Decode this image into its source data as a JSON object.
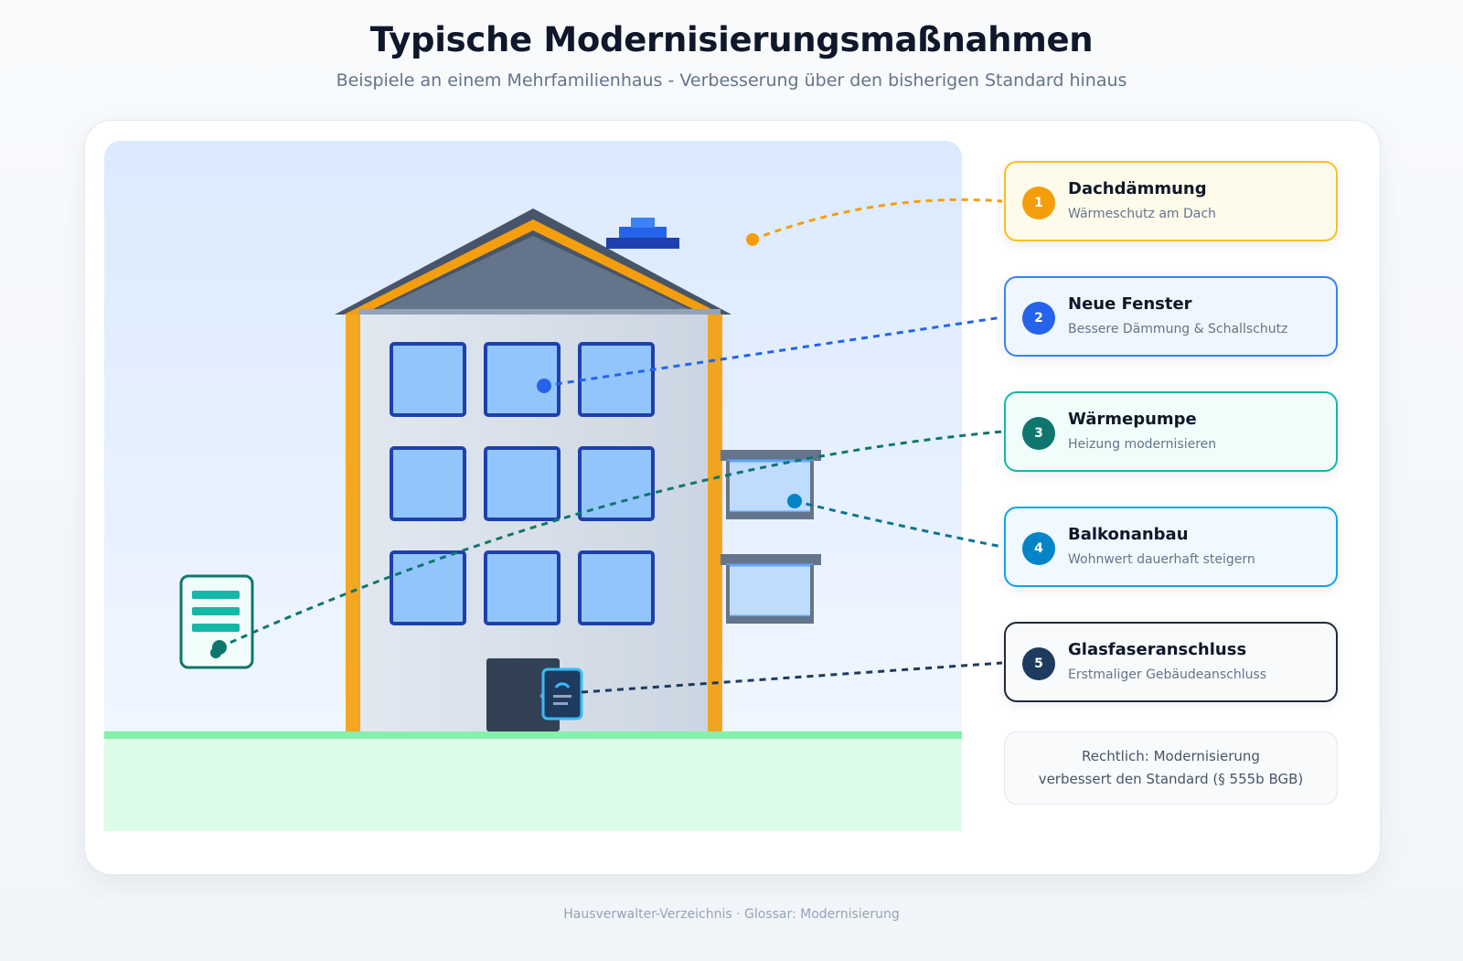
{
  "header": {
    "title": "Typische Modernisierungsmaßnahmen",
    "subtitle": "Beispiele an einem Mehrfamilienhaus - Verbesserung über den bisherigen Standard hinaus"
  },
  "measures": [
    {
      "number": "1",
      "title": "Dachdämmung",
      "description": "Wärmeschutz am Dach",
      "color": "#f59e0b",
      "bg": "#fffbeb",
      "border": "#fbbf24"
    },
    {
      "number": "2",
      "title": "Neue Fenster",
      "description": "Bessere Dämmung & Schallschutz",
      "color": "#2563eb",
      "bg": "#eff6ff",
      "border": "#3b82f6"
    },
    {
      "number": "3",
      "title": "Wärmepumpe",
      "description": "Heizung modernisieren",
      "color": "#0f766e",
      "bg": "#f0fdfa",
      "border": "#14b8a6"
    },
    {
      "number": "4",
      "title": "Balkonanbau",
      "description": "Wohnwert dauerhaft steigern",
      "color": "#0284c7",
      "bg": "#f0f9ff",
      "border": "#0ea5e9"
    },
    {
      "number": "5",
      "title": "Glasfaseranschluss",
      "description": "Erstmaliger Gebäudeanschluss",
      "color": "#1e3a5f",
      "bg": "#f8fafc",
      "border": "#1e293b"
    }
  ],
  "legal_note": {
    "line1": "Rechtlich: Modernisierung",
    "line2": "verbessert den Standard (§ 555b BGB)"
  },
  "footer": "Hausverwalter-Verzeichnis · Glossar: Modernisierung"
}
